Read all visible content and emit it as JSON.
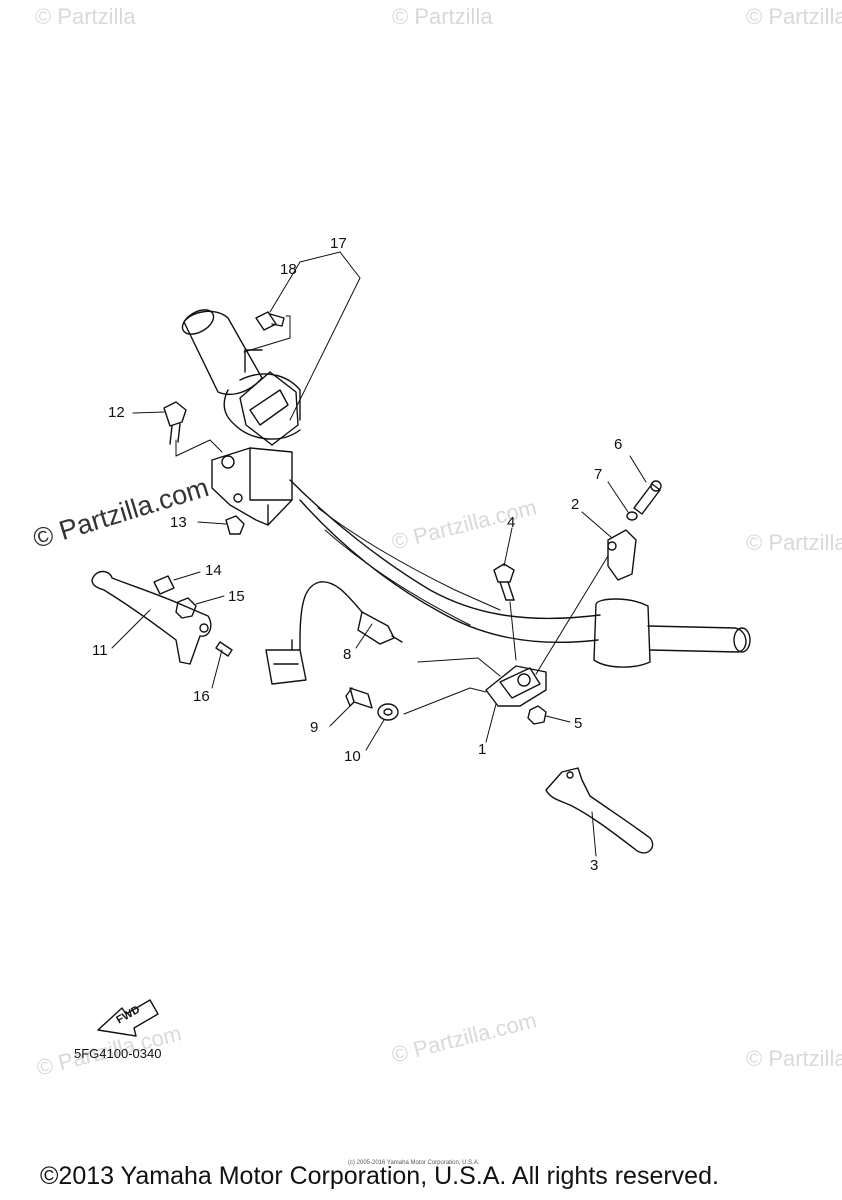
{
  "watermarks": {
    "text": "© Partzilla",
    "text_com": "© Partzilla.com",
    "text_big": "© Partzilla.com"
  },
  "callouts": [
    "1",
    "2",
    "3",
    "4",
    "5",
    "6",
    "7",
    "8",
    "9",
    "10",
    "11",
    "12",
    "13",
    "14",
    "15",
    "16",
    "17",
    "18"
  ],
  "diagram_code": "5FG4100-0340",
  "fwd_label": "FWD",
  "fineprint": "(c) 2005-2016 Yamaha Motor Corporation, U.S.A.",
  "copyright": "©2013 Yamaha Motor Corporation, U.S.A. All rights reserved.",
  "colors": {
    "line": "#111111",
    "watermark": "#d9d9d9"
  }
}
